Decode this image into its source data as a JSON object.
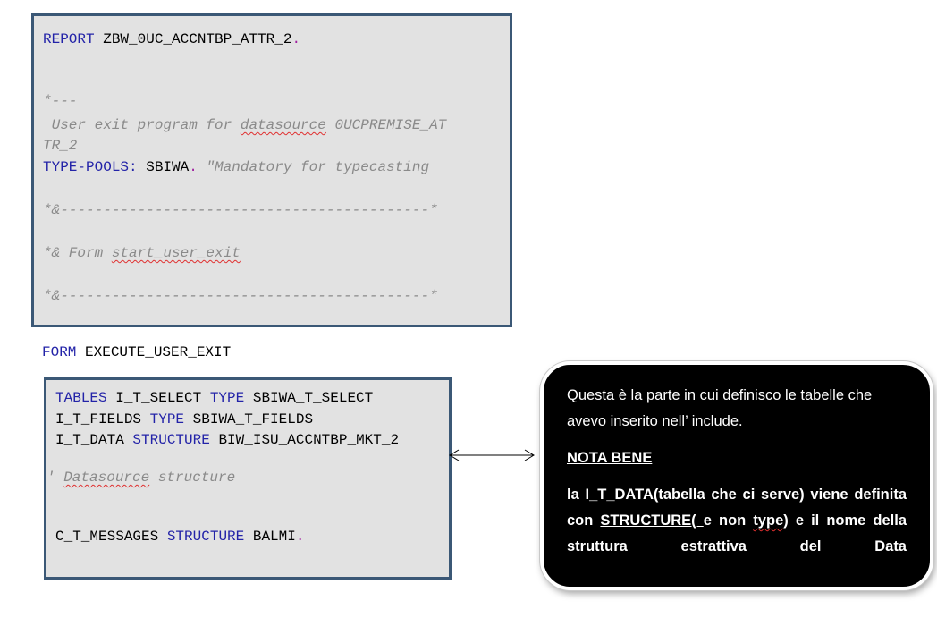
{
  "top_code": {
    "l1_kw": "REPORT",
    "l1_text": " ZBW_0UC_ACCNTBP_ATTR_2",
    "l1_dot": ".",
    "l2": "*---",
    "l3a": " User exit program for ",
    "l3b": "datasource",
    "l3c": " 0UCPREMISE_AT",
    "l4": "TR_2",
    "l5_kw": "TYPE-POOLS:",
    "l5_text": " SBIWA",
    "l5_dot": ".",
    "l5_cm": " \"Mandatory for typecasting",
    "l6": "*&-------------------------------------------*",
    "l7a": "*& Form ",
    "l7b": "start_user_exit",
    "l8": "*&-------------------------------------------*"
  },
  "form_line": {
    "kw": "FORM",
    "text": " EXECUTE_USER_EXIT"
  },
  "bottom_code": {
    "l1_kw1": "TABLES",
    "l1_t1": " I_T_SELECT ",
    "l1_kw2": "TYPE",
    "l1_t2": " SBIWA_T_SELECT",
    "l2_t1": "I_T_FIELDS ",
    "l2_kw": "TYPE",
    "l2_t2": " SBIWA_T_FIELDS",
    "l3_t1": "I_T_DATA ",
    "l3_kw": "STRUCTURE",
    "l3_t2": " BIW_ISU_ACCNTBP_MKT_2",
    "l4a": "' ",
    "l4b": "Datasource",
    "l4c": " structure",
    "l5_t1": "C_T_MESSAGES ",
    "l5_kw": "STRUCTURE",
    "l5_t2": " BALMI",
    "l5_dot": "."
  },
  "callout": {
    "p1": "Questa è la parte in cui definisco le tabelle che avevo inserito nell’ include.",
    "title": "NOTA BENE",
    "p3a": "la I_T_DATA(tabella che ci serve) viene definita con ",
    "p3b": "STRUCTURE( ",
    "p3c": "e non ",
    "p3d": "type",
    "p3e": ") e il nome della struttura estrattiva del Data"
  },
  "colors": {
    "code_bg": "#e2e2e2",
    "code_border": "#3b5876",
    "keyword": "#2323a8",
    "comment": "#8a8a8a",
    "callout_bg": "#000000"
  }
}
